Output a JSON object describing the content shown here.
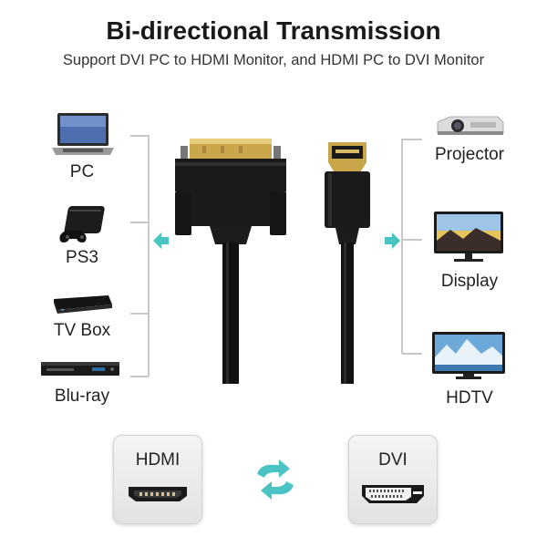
{
  "header": {
    "title": "Bi-directional Transmission",
    "subtitle": "Support DVI PC to HDMI Monitor, and HDMI PC to DVI Monitor"
  },
  "sources": [
    {
      "label": "PC",
      "icon": "laptop-icon"
    },
    {
      "label": "PS3",
      "icon": "game-console-icon"
    },
    {
      "label": "TV Box",
      "icon": "set-top-box-icon"
    },
    {
      "label": "Blu-ray",
      "icon": "bluray-player-icon"
    }
  ],
  "outputs": [
    {
      "label": "Projector",
      "icon": "projector-icon"
    },
    {
      "label": "Display",
      "icon": "monitor-icon"
    },
    {
      "label": "HDTV",
      "icon": "tv-icon"
    }
  ],
  "ports": {
    "hdmi": "HDMI",
    "dvi": "DVI"
  },
  "colors": {
    "accent": "#4cc3c3",
    "cable": "#111111",
    "gold": "#c9a64a"
  }
}
